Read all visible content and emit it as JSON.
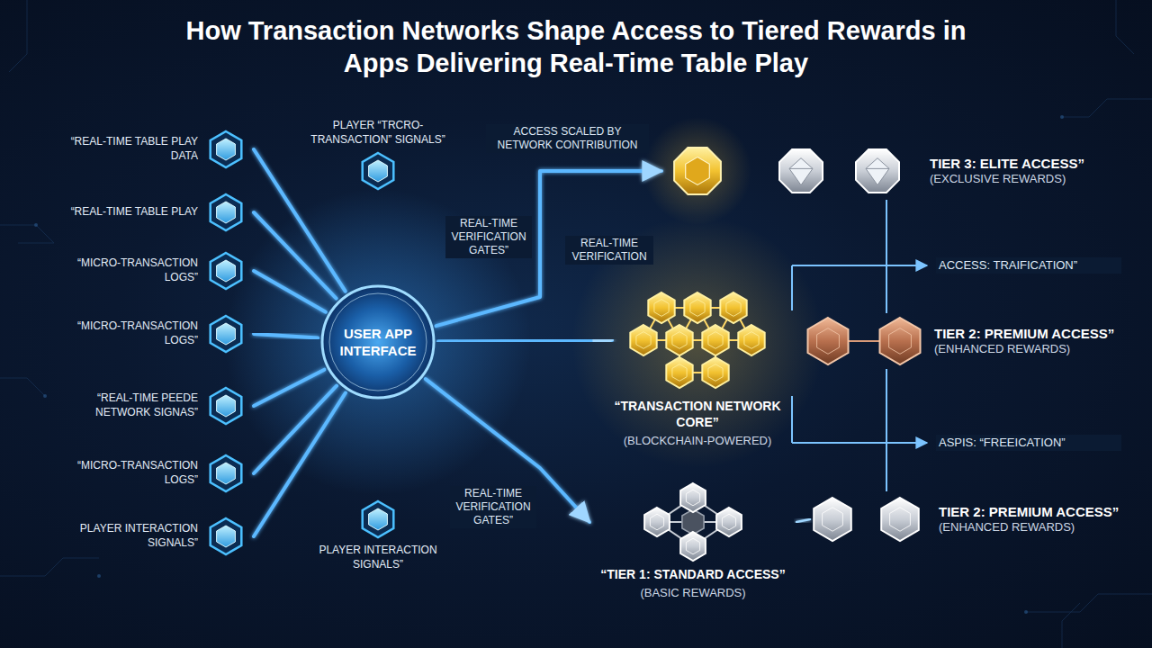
{
  "diagram": {
    "title": "How Transaction Networks Shape Access to Tiered Rewards in Apps Delivering Real-Time Table Play",
    "nodes": [
      {
        "text": [
          "USER APP INTERFACE"
        ]
      },
      {
        "text": [
          "“REAL-TIME TABLE PLAY DATA"
        ]
      },
      {
        "text": [
          "“REAL-TIME TABLE PLAY"
        ]
      },
      {
        "text": [
          "“MICRO-TRANSACTION LOGS”"
        ]
      },
      {
        "text": [
          "“MICRO-TRANSACTION LOGS”"
        ]
      },
      {
        "text": [
          "“REAL-TIME PEEDE NETWORK SIGNAS”"
        ]
      },
      {
        "text": [
          "“MICRO-TRANSACTION LOGS”"
        ]
      },
      {
        "text": [
          "PLAYER INTERACTION SIGNALS”"
        ]
      },
      {
        "text": [
          "PLAYER “TRCRO-TRANSACTION” SIGNALS”"
        ]
      },
      {
        "text": [
          "PLAYER INTERACTION SIGNALS”"
        ]
      },
      {
        "text": [
          "“TRANSACTION NETWORK CORE”",
          "(BLOCKCHAIN-POWERED)"
        ]
      },
      {
        "text": [
          "TIER 3: ELITE ACCESS”",
          "(EXCLUSIVE REWARDS)"
        ]
      },
      {
        "text": [
          "TIER 2: PREMIUM ACCESS”",
          "(ENHANCED REWARDS)"
        ]
      },
      {
        "text": [
          "TIER 2: PREMIUM ACCESS”",
          "(ENHANCED REWARDS)"
        ]
      },
      {
        "text": [
          "“TIER 1: STANDARD ACCESS”",
          "(BASIC REWARDS)"
        ]
      }
    ],
    "edges": [
      {
        "from": 1,
        "to": 0,
        "arrow": "none"
      },
      {
        "from": 2,
        "to": 0,
        "arrow": "none"
      },
      {
        "from": 3,
        "to": 0,
        "arrow": "none"
      },
      {
        "from": 4,
        "to": 0,
        "arrow": "none"
      },
      {
        "from": 5,
        "to": 0,
        "arrow": "none"
      },
      {
        "from": 6,
        "to": 0,
        "arrow": "none"
      },
      {
        "from": 7,
        "to": 0,
        "arrow": "none"
      },
      {
        "from": 8,
        "to": 0,
        "arrow": "none"
      },
      {
        "from": 9,
        "to": 0,
        "arrow": "none"
      },
      {
        "from": 0,
        "to": 10,
        "arrow": "to",
        "label": "REAL-TIME VERIFICATION"
      },
      {
        "from": 0,
        "to": 11,
        "arrow": "to",
        "label": "ACCESS SCALED BY NETWORK CONTRIBUTION"
      },
      {
        "from": 0,
        "to": 14,
        "arrow": "to"
      },
      {
        "from": 10,
        "to": 11,
        "arrow": "to"
      },
      {
        "from": 10,
        "to": 12,
        "arrow": "to"
      },
      {
        "from": 10,
        "to": 14,
        "arrow": "both"
      },
      {
        "from": 14,
        "to": 13,
        "arrow": "none"
      }
    ],
    "labels": [
      "REAL-TIME VERIFICATION GATES”",
      "ACCESS: TRAIFICATION”",
      "ASPIS: “FREEICATION”",
      "REAL-TIME VERIFICATION GATES”"
    ]
  }
}
